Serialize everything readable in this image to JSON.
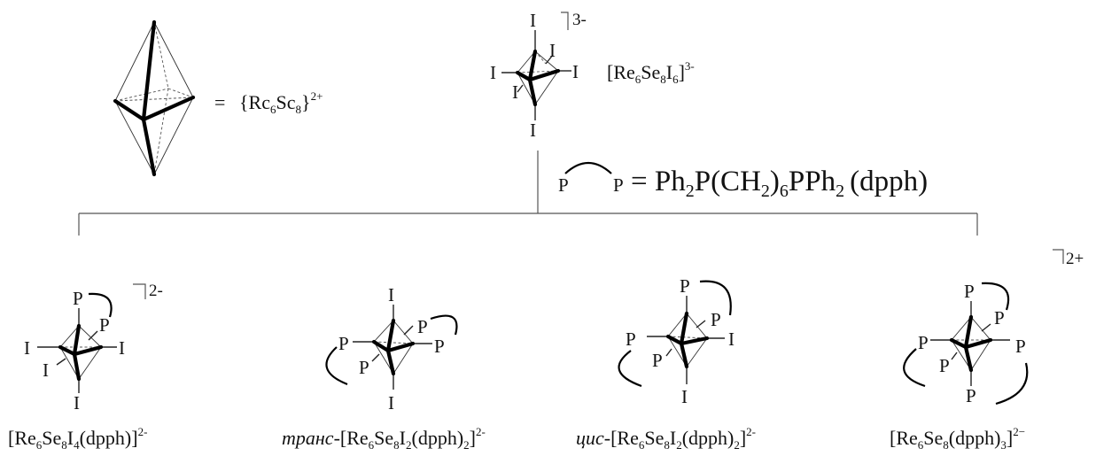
{
  "cluster_legend": {
    "equals": "=",
    "formula_open": "{Rc",
    "sub_6": "6",
    "mid": "Sc",
    "sub_8": "8",
    "formula_close": "}",
    "charge": "2+"
  },
  "precursor": {
    "label_main": "[Re",
    "sub_6": "6",
    "se": "Se",
    "sub_8": "8",
    "i": "I",
    "sub_6b": "6",
    "close": "]",
    "charge": "3-",
    "bracket_charge": "3-",
    "atoms": {
      "I": "I"
    }
  },
  "ligand": {
    "p_atom": "P",
    "eq_text": "= Ph",
    "sub_2a": "2",
    "mid1": "P(CH",
    "sub_2b": "2",
    "close1": ")",
    "sub_6": "6",
    "mid2": "PPh",
    "sub_2c": "2",
    "name": "(dpph)"
  },
  "products": [
    {
      "id": "p1",
      "prefix": "",
      "charge_bracket": "2-",
      "label_parts": [
        "[Re",
        "6",
        "Se",
        "8",
        "I",
        "4",
        "(dpph)]"
      ],
      "label_charge": "2-"
    },
    {
      "id": "p2",
      "prefix": "транс-",
      "label_parts": [
        "[Re",
        "6",
        "Se",
        "8",
        "I",
        "2",
        "(dpph)",
        "2",
        "]"
      ],
      "label_charge": "2-"
    },
    {
      "id": "p3",
      "prefix": "цис-",
      "label_parts": [
        "[Re",
        "6",
        "Se",
        "8",
        "I",
        "2",
        "(dpph)",
        "2",
        "]"
      ],
      "label_charge": "2-"
    },
    {
      "id": "p4",
      "prefix": "",
      "charge_bracket": "2+",
      "label_parts": [
        "[Re",
        "6",
        "Se",
        "8",
        "(dpph)",
        "3",
        "]"
      ],
      "label_charge": "2−"
    }
  ],
  "atoms": {
    "I": "I",
    "P": "P"
  }
}
